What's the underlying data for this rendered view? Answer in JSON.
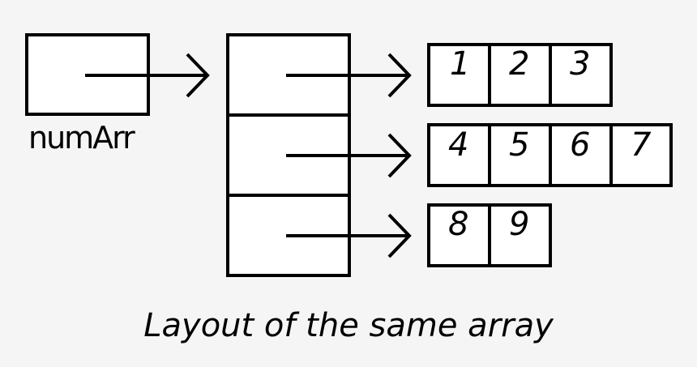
{
  "variable": {
    "label": "numArr"
  },
  "rows": [
    {
      "cells": [
        "1",
        "2",
        "3"
      ]
    },
    {
      "cells": [
        "4",
        "5",
        "6",
        "7"
      ]
    },
    {
      "cells": [
        "8",
        "9"
      ]
    }
  ],
  "caption": "Layout of the same array",
  "colors": {
    "background": "#f5f5f5",
    "stroke": "#000000",
    "fill": "#ffffff"
  }
}
